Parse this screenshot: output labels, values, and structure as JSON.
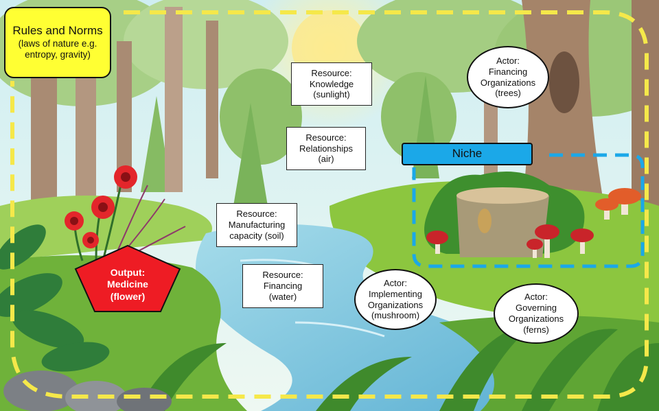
{
  "rules": {
    "title": "Rules and Norms",
    "subtitle": "(laws of nature e.g. entropy, gravity)"
  },
  "resources": [
    {
      "line1": "Resource:",
      "line2": "Knowledge",
      "line3": "(sunlight)"
    },
    {
      "line1": "Resource:",
      "line2": "Relationships",
      "line3": "(air)"
    },
    {
      "line1": "Resource:",
      "line2": "Manufacturing",
      "line3": "capacity (soil)"
    },
    {
      "line1": "Resource:",
      "line2": "Financing",
      "line3": "(water)"
    }
  ],
  "actors": [
    {
      "line1": "Actor:",
      "line2": "Financing",
      "line3": "Organizations",
      "line4": "(trees)"
    },
    {
      "line1": "Actor:",
      "line2": "Implementing",
      "line3": "Organizations",
      "line4": "(mushroom)"
    },
    {
      "line1": "Actor:",
      "line2": "Governing",
      "line3": "Organizations",
      "line4": "(ferns)"
    }
  ],
  "niche": {
    "label": "Niche"
  },
  "output": {
    "line1": "Output:",
    "line2": "Medicine",
    "line3": "(flower)"
  },
  "colors": {
    "rules_fill": "#ffff33",
    "boundary_dash": "#f5e84a",
    "niche_fill": "#1ba8e8",
    "niche_dash": "#1ba8e8",
    "output_fill": "#ee1c24",
    "sky": "#dff3f5",
    "water": "#7ec4dc",
    "grass": "#8cc63f"
  },
  "icons": [
    "sun",
    "tree",
    "river",
    "stump",
    "mushroom",
    "fern",
    "flower",
    "rock"
  ]
}
